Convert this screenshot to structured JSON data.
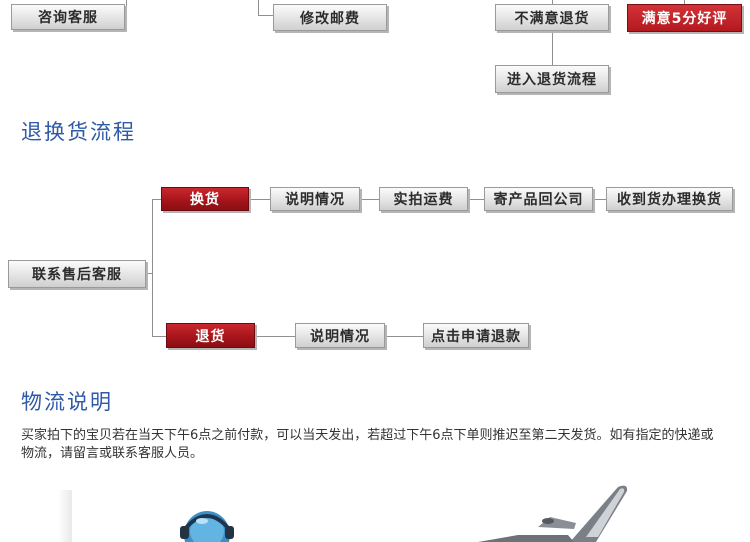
{
  "top_flow": {
    "consult": "咨询客服",
    "modify_postage": "修改邮费",
    "unsatisfied_return": "不满意退货",
    "satisfied_review": "满意5分好评",
    "enter_return_flow": "进入退货流程"
  },
  "return_exchange": {
    "title": "退换货流程",
    "contact_service": "联系售后客服",
    "exchange": {
      "label": "换货",
      "steps": [
        "说明情况",
        "实拍运费",
        "寄产品回公司",
        "收到货办理换货"
      ]
    },
    "return": {
      "label": "退货",
      "steps": [
        "说明情况",
        "点击申请退款"
      ]
    }
  },
  "logistics": {
    "title": "物流说明",
    "description": "买家拍下的宝贝若在当天下午6点之前付款，可以当天发出，若超过下午6点下单则推迟至第二天发货。如有指定的快递或物流，请留言或联系客服人员。"
  },
  "colors": {
    "accent_red": "#a4141a",
    "title_blue": "#2f5aa8",
    "box_gray": "#e4e4e4"
  }
}
